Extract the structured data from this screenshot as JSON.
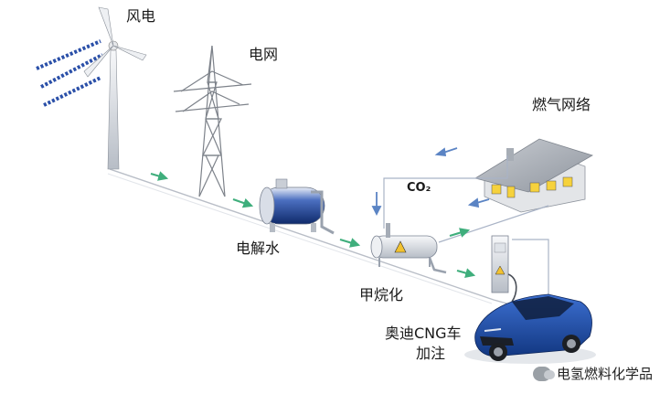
{
  "labels": {
    "wind": "风电",
    "grid": "电网",
    "gas_network": "燃气网络",
    "co2": "CO₂",
    "electrolysis": "电解水",
    "methanation": "甲烷化",
    "car_line1": "奥迪CNG车",
    "car_line2": "加注"
  },
  "watermark": {
    "text": "电氢燃料化学品",
    "icon": "wechat-icon"
  },
  "colors": {
    "flow_arrow": "#3fae7c",
    "return_arrow": "#5b84c4",
    "tank_blue": "#1d3f8f",
    "car_blue": "#1f4fae",
    "pipe": "#9aa6ba"
  }
}
